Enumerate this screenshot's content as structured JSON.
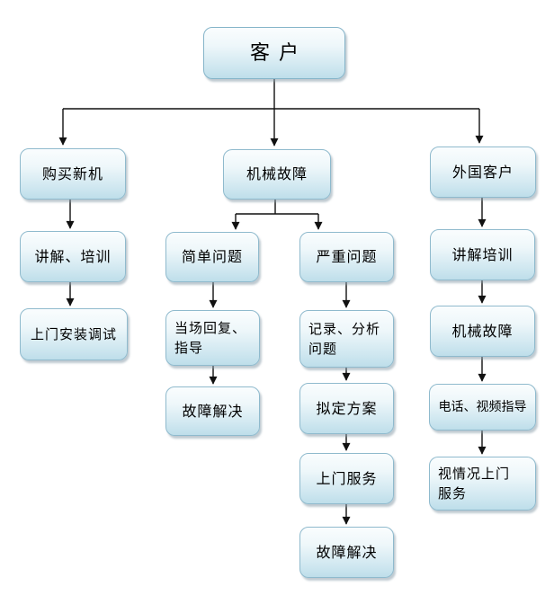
{
  "diagram": {
    "type": "flowchart",
    "background_color": "#ffffff",
    "node_border_color": "#8fbacd",
    "node_fill_top": "#fafdfe",
    "node_fill_bottom": "#bedeea",
    "arrow_color": "#111111",
    "nodes": [
      {
        "id": "customer",
        "label": "客户"
      },
      {
        "id": "buy-new-machine",
        "label": "购买新机"
      },
      {
        "id": "mechanical-failure",
        "label": "机械故障"
      },
      {
        "id": "foreign-customer",
        "label": "外国客户"
      },
      {
        "id": "explain-and-training",
        "label": "讲解、培训"
      },
      {
        "id": "onsite-install-debug",
        "label": "上门安装调试"
      },
      {
        "id": "simple-problem",
        "label": "简单问题"
      },
      {
        "id": "serious-problem",
        "label": "严重问题"
      },
      {
        "id": "onspot-reply-guidance",
        "label": "当场回复、指导"
      },
      {
        "id": "fault-resolved-left",
        "label": "故障解决"
      },
      {
        "id": "record-analyze-problem",
        "label": "记录、分析问题"
      },
      {
        "id": "draft-plan",
        "label": "拟定方案"
      },
      {
        "id": "onsite-service",
        "label": "上门服务"
      },
      {
        "id": "fault-resolved-mid",
        "label": "故障解决"
      },
      {
        "id": "explain-training",
        "label": "讲解培训"
      },
      {
        "id": "mechanical-failure-2",
        "label": "机械故障"
      },
      {
        "id": "phone-video-guidance",
        "label": "电话、视频指导"
      },
      {
        "id": "onsite-as-needed",
        "label": "视情况上门服务"
      }
    ],
    "edges": [
      {
        "from": "customer",
        "to": "buy-new-machine"
      },
      {
        "from": "customer",
        "to": "mechanical-failure"
      },
      {
        "from": "customer",
        "to": "foreign-customer"
      },
      {
        "from": "buy-new-machine",
        "to": "explain-and-training"
      },
      {
        "from": "explain-and-training",
        "to": "onsite-install-debug"
      },
      {
        "from": "mechanical-failure",
        "to": "simple-problem"
      },
      {
        "from": "mechanical-failure",
        "to": "serious-problem"
      },
      {
        "from": "simple-problem",
        "to": "onspot-reply-guidance"
      },
      {
        "from": "onspot-reply-guidance",
        "to": "fault-resolved-left"
      },
      {
        "from": "serious-problem",
        "to": "record-analyze-problem"
      },
      {
        "from": "record-analyze-problem",
        "to": "draft-plan"
      },
      {
        "from": "draft-plan",
        "to": "onsite-service"
      },
      {
        "from": "onsite-service",
        "to": "fault-resolved-mid"
      },
      {
        "from": "foreign-customer",
        "to": "explain-training"
      },
      {
        "from": "explain-training",
        "to": "mechanical-failure-2"
      },
      {
        "from": "mechanical-failure-2",
        "to": "phone-video-guidance"
      },
      {
        "from": "phone-video-guidance",
        "to": "onsite-as-needed"
      }
    ]
  }
}
